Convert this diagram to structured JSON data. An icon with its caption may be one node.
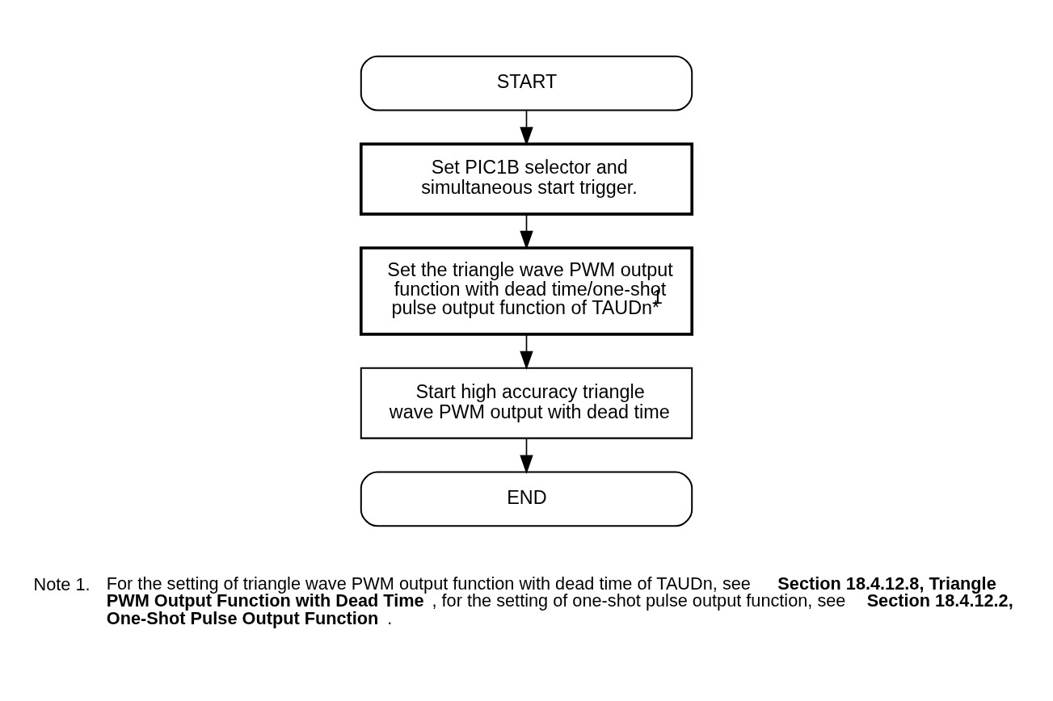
{
  "diagram": {
    "nodes": [
      {
        "text": [
          "START"
        ]
      },
      {
        "text": [
          "Set PIC1B selector and simultaneous start trigger."
        ]
      },
      {
        "text": [
          "Set the triangle wave PWM output function with dead time/one-shot pulse output function of TAUDn*$^{1}$"
        ]
      },
      {
        "text": [
          "Start high accuracy triangle wave PWM output with dead time"
        ]
      },
      {
        "text": [
          "END"
        ]
      }
    ],
    "edges": [
      {
        "from": 0,
        "to": 1,
        "arrow": "to"
      },
      {
        "from": 1,
        "to": 2,
        "arrow": "to"
      },
      {
        "from": 2,
        "to": 3,
        "arrow": "to"
      },
      {
        "from": 3,
        "to": 4,
        "arrow": "to"
      }
    ],
    "labels": [
      "Note 1.",
      "For the setting of triangle wave PWM output function with dead time of TAUDn, see **Section 18.4.12.8, Triangle PWM Output Function with Dead Time**, for the setting of one-shot pulse output function, see **Section 18.4.12.2, One-Shot Pulse Output Function**."
    ]
  }
}
